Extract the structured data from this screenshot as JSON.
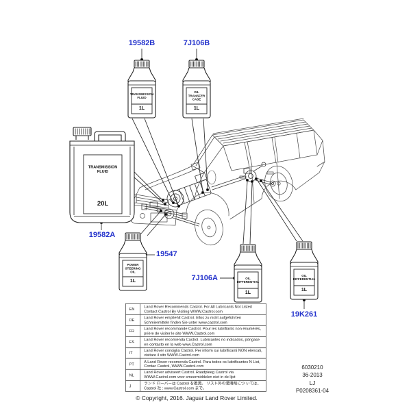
{
  "colors": {
    "part_number_blue": "#2433cc",
    "line_art": "#4d4d4d"
  },
  "bottles": {
    "b19582B": {
      "part_no": "19582B",
      "label": "TRANSMISSION\nFLUID",
      "size": "1L"
    },
    "b7J106B": {
      "part_no": "7J106B",
      "label": "OIL\nTRANSFER\nCASE",
      "size": "1L"
    },
    "b19582A": {
      "part_no": "19582A",
      "label": "TRANSMISSION\nFLUID",
      "size": "20L"
    },
    "b19547": {
      "part_no": "19547",
      "label": "POWER\nSTEERING\nOIL",
      "size": "1L"
    },
    "b7J106A": {
      "part_no": "7J106A",
      "label": "OIL\nDIFFERENTIAL",
      "size": "1L"
    },
    "b19K261": {
      "part_no": "19K261",
      "label": "OIL\nDIFFERENTIAL",
      "size": "1L"
    }
  },
  "table": {
    "rows": [
      {
        "lang": "EN",
        "text": "Land Rover Recommends Castrol.  For All Lubricants Not Listed Contact Castrol By Visiting WWW.Castrol.com"
      },
      {
        "lang": "DE",
        "text": "Land Rover empfiehlt Castrol.  Infos zu nicht aufgeführten Schmiermitteln finden Sie unter www.castrol.com"
      },
      {
        "lang": "FR",
        "text": "Land Rover recommande Castrol. Pour les lubrifiants non énumérés, prière de visiter le site WWW.Castrol.com"
      },
      {
        "lang": "ES",
        "text": "Land Rover recomienda Castrol.  Lubricantes no indicados, póngase en contacto en la web www.Castrol.com"
      },
      {
        "lang": "IT",
        "text": "Land Rover consiglia Castrol.  Per inform sui lubrificanti NON elencati, visitare il sito WWW.Castrol.com"
      },
      {
        "lang": "PT",
        "text": "A Land Rover recomenda Castrol.  Para todos os lubrificantes N List, Contac Castrol, WWW.Castrol.com"
      },
      {
        "lang": "NL",
        "text": "Land Rover adviseert Castrol.  Raadpleeg Castrol via WWW.Castrol.com voor smeermiddelen niet in de lijst"
      },
      {
        "lang": "J",
        "text": "ランド ローバーは Castrol を推奨。 リスト外の潤滑剤につ いては、Castrol 社 : www.Castrol.com まで。"
      }
    ]
  },
  "ref_block": {
    "lines": [
      "6030210",
      "36-2013",
      "LJ",
      "P0208361-04"
    ]
  },
  "footer": {
    "copyright": "© Copyright, 2016. Jaguar Land Rover Limited."
  }
}
